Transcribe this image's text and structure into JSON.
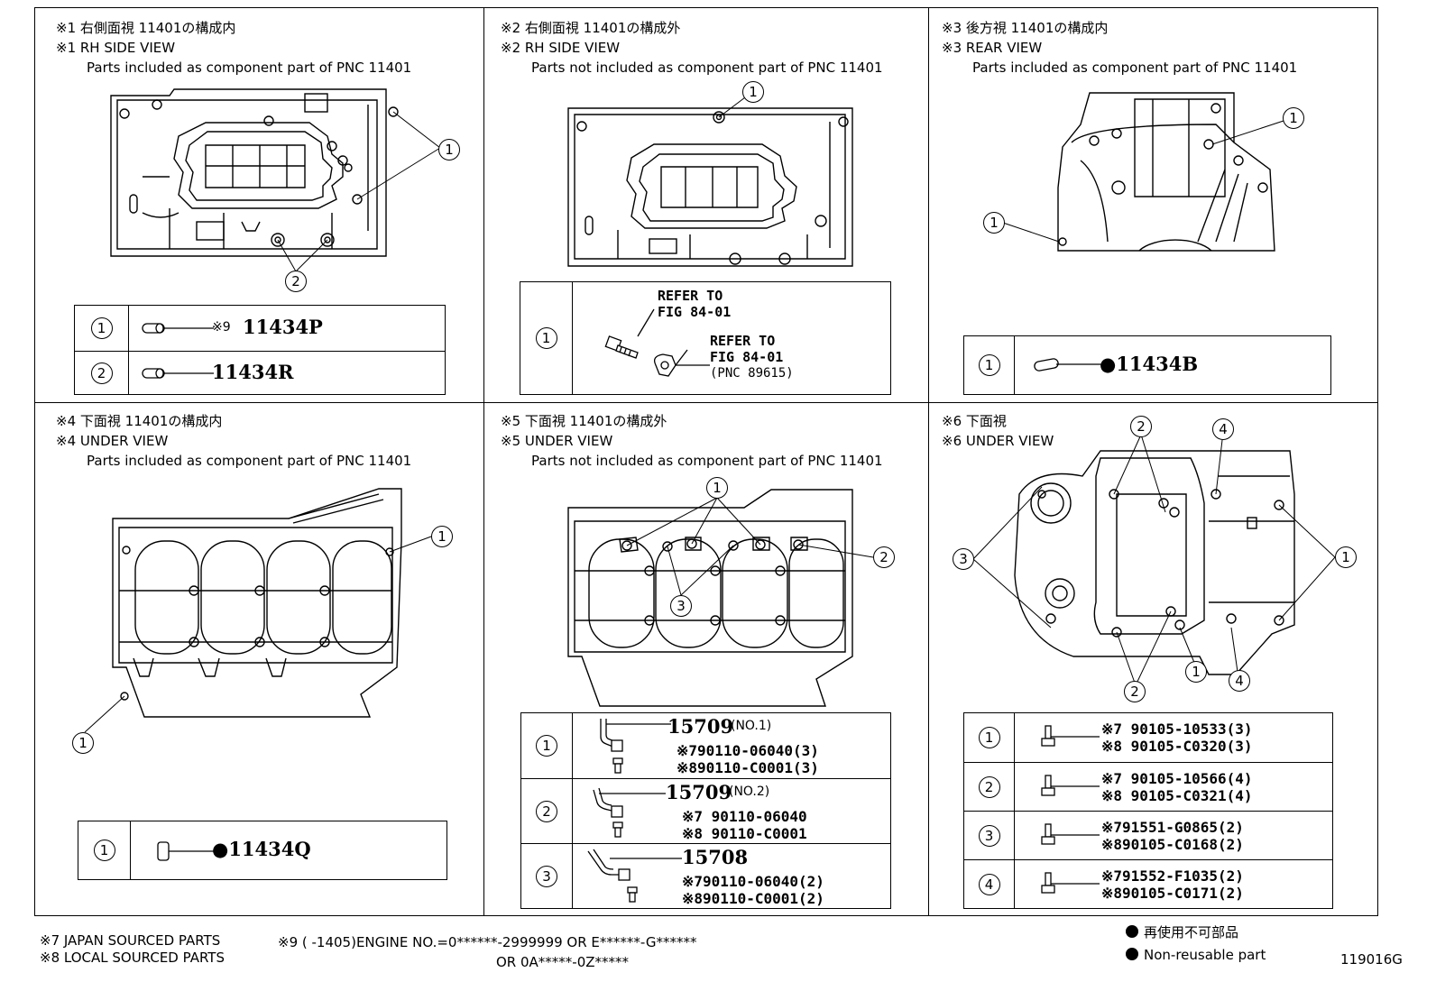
{
  "panels": {
    "p1": {
      "jp": "※1 右側面視 11401の構成内",
      "en": "※1 RH SIDE VIEW",
      "desc": "Parts included as component part of PNC 11401",
      "rows": [
        {
          "n": "1",
          "note": "※9",
          "part": "11434P"
        },
        {
          "n": "2",
          "part": "11434R"
        }
      ]
    },
    "p2": {
      "jp": "※2 右側面視 11401の構成外",
      "en": "※2 RH SIDE VIEW",
      "desc": "Parts not included as component part of PNC 11401",
      "rows": [
        {
          "n": "1",
          "ref1a": "REFER TO",
          "ref1b": "FIG 84-01",
          "ref2a": "REFER TO",
          "ref2b": "FIG 84-01",
          "ref2c": "(PNC 89615)"
        }
      ]
    },
    "p3": {
      "jp": "※3 後方視 11401の構成内",
      "en": "※3 REAR VIEW",
      "desc": "Parts included as component part of PNC 11401",
      "rows": [
        {
          "n": "1",
          "part": "●11434B"
        }
      ]
    },
    "p4": {
      "jp": "※4 下面視 11401の構成内",
      "en": "※4 UNDER VIEW",
      "desc": "Parts included as component part of PNC 11401",
      "rows": [
        {
          "n": "1",
          "part": "●11434Q"
        }
      ]
    },
    "p5": {
      "jp": "※5 下面視 11401の構成外",
      "en": "※5 UNDER VIEW",
      "desc": "Parts not included as component part of PNC 11401",
      "rows": [
        {
          "n": "1",
          "part": "15709",
          "tag": "(NO.1)",
          "a": "※790110-06040(3)",
          "b": "※890110-C0001(3)"
        },
        {
          "n": "2",
          "part": "15709",
          "tag": "(NO.2)",
          "a": "※7 90110-06040",
          "b": "※8 90110-C0001"
        },
        {
          "n": "3",
          "part": "15708",
          "a": "※790110-06040(2)",
          "b": "※890110-C0001(2)"
        }
      ]
    },
    "p6": {
      "jp": "※6 下面視",
      "en": "※6 UNDER VIEW",
      "rows": [
        {
          "n": "1",
          "a": "※7 90105-10533(3)",
          "b": "※8 90105-C0320(3)"
        },
        {
          "n": "2",
          "a": "※7 90105-10566(4)",
          "b": "※8 90105-C0321(4)"
        },
        {
          "n": "3",
          "a": "※791551-G0865(2)",
          "b": "※890105-C0168(2)"
        },
        {
          "n": "4",
          "a": "※791552-F1035(2)",
          "b": "※890105-C0171(2)"
        }
      ]
    }
  },
  "callouts": {
    "c1": "1",
    "c2": "2",
    "c3": "3",
    "c4": "4"
  },
  "footer": {
    "note7": "※7 JAPAN SOURCED PARTS",
    "note9": "※9 (       -1405)ENGINE NO.=0******-2999999 OR E******-G******",
    "note9b": "OR 0A*****-0Z*****",
    "note8": "※8 LOCAL SOURCED PARTS",
    "legend_jp": "再使用不可部品",
    "legend_en": "Non-reusable part",
    "fig_id": "119016G"
  }
}
